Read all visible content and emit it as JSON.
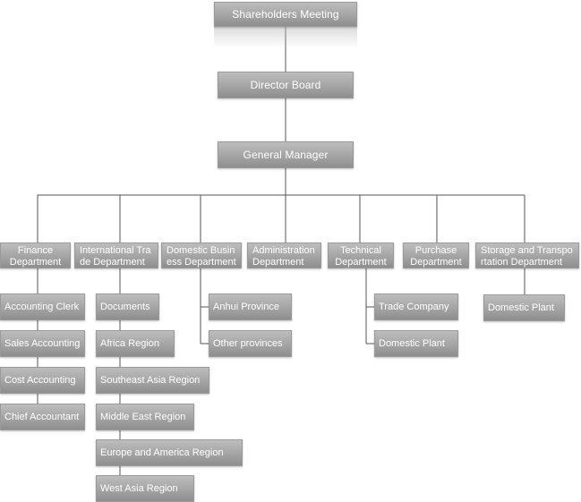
{
  "top": {
    "shareholders": "Shareholders Meeting",
    "director_board": "Director Board",
    "general_manager": "General Manager"
  },
  "departments": {
    "finance": "Finance\nDepartment",
    "international_trade": "International Tra\nde Department",
    "domestic_business": "Domestic Busin\ness Department",
    "administration": "Administration\nDepartment",
    "technical": "Technical\nDepartment",
    "purchase": "Purchase\nDepartment",
    "storage_transport": "Storage and Transpo\nrtation Department"
  },
  "finance_units": [
    "Accounting Clerk",
    "Sales Accounting",
    "Cost Accounting",
    "Chief Accountant"
  ],
  "international_units": [
    "Documents",
    "Africa Region",
    "Southeast Asia Region",
    "Middle East Region",
    "Europe and America Region",
    "West Asia Region"
  ],
  "domestic_units": [
    "Anhui Province",
    "Other provinces"
  ],
  "technical_units": [
    "Trade Company",
    "Domestic Plant"
  ],
  "storage_units": [
    "Domestic Plant"
  ],
  "colors": {
    "box": "#a6a6a6",
    "line": "#555555",
    "text": "#ffffff"
  }
}
